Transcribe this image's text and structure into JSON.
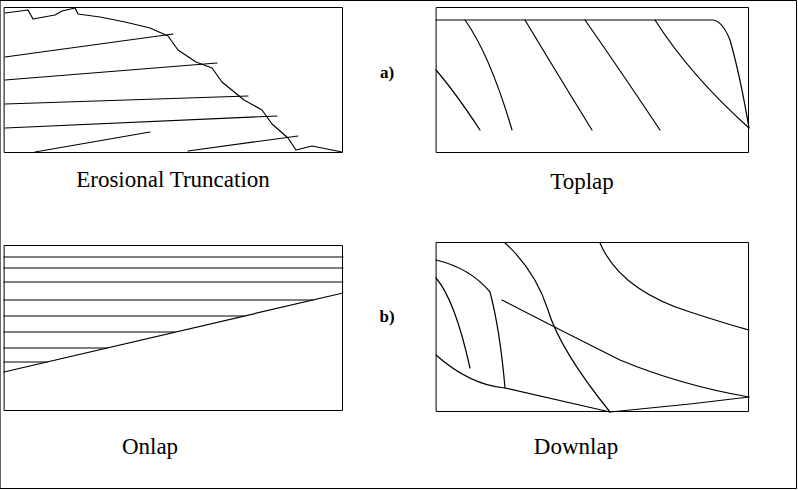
{
  "diagram": {
    "labels": [
      "Erosional Truncation",
      "a)",
      "Toplap",
      "Onlap",
      "b)",
      "Downlap"
    ]
  }
}
